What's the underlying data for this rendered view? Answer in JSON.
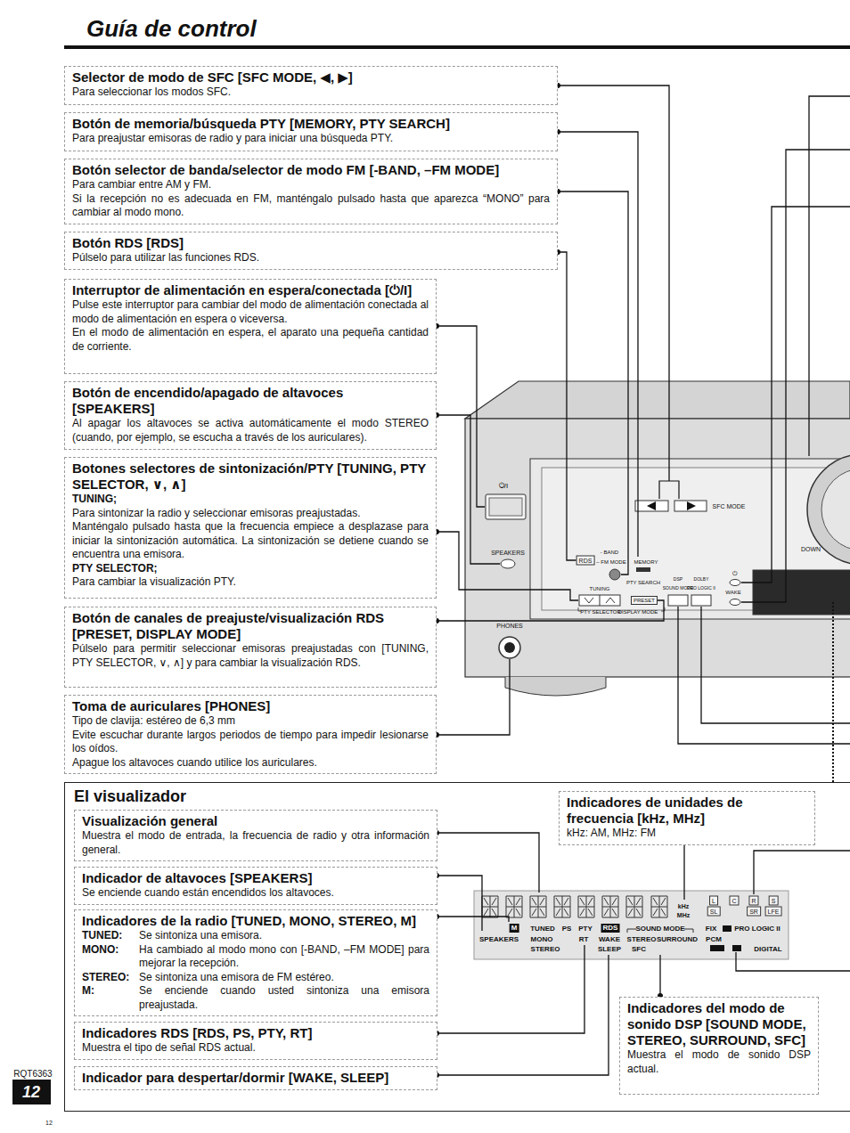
{
  "diagram": {
    "title": "Guía de control",
    "nodes": [
      {
        "text": [
          "Selector de modo de SFC [SFC MODE, ◀, ▶]",
          "Para seleccionar los modos SFC."
        ]
      },
      {
        "text": [
          "Botón de memoria/búsqueda PTY [MEMORY, PTY SEARCH]",
          "Para preajustar emisoras de radio y para iniciar una búsqueda PTY."
        ]
      },
      {
        "text": [
          "Botón selector de banda/selector de modo FM [-BAND, –FM MODE]",
          "Para cambiar entre AM y FM.",
          "Si la recepción no es adecuada en FM, manténgalo pulsado hasta que aparezca “MONO” para cambiar al modo mono."
        ]
      },
      {
        "text": [
          "Botón RDS [RDS]",
          "Púlselo para utilizar las funciones RDS."
        ]
      },
      {
        "text": [
          "Interruptor de alimentación en espera/conectada [⏻/I]",
          "Pulse este interruptor para cambiar del modo de alimentación conectada al modo de alimentación en espera o viceversa.",
          "En el modo de alimentación en espera, el aparato una pequeña cantidad de corriente."
        ]
      },
      {
        "text": [
          "Botón de encendido/apagado de altavoces [SPEAKERS]",
          "Al apagar los altavoces se activa automáticamente el modo STEREO (cuando, por ejemplo, se escucha a través de los auriculares)."
        ]
      },
      {
        "text": [
          "Botones selectores de sintonización/PTY [TUNING, PTY SELECTOR, ∨, ∧]",
          "TUNING;",
          "Para sintonizar la radio y seleccionar emisoras preajustadas.",
          "Manténgalo pulsado hasta que la frecuencia empiece a desplazase para iniciar la sintonización automática. La sintonización se detiene cuando se encuentra una emisora.",
          "PTY SELECTOR;",
          "Para cambiar la visualización PTY."
        ]
      },
      {
        "text": [
          "Botón de canales de preajuste/visualización RDS [PRESET, DISPLAY MODE]",
          "Púlselo para permitir seleccionar emisoras preajustadas con [TUNING, PTY SELECTOR, ∨, ∧] y para cambiar la visualización RDS."
        ]
      },
      {
        "text": [
          "Toma de auriculares [PHONES]",
          "Tipo de clavija: estéreo de 6,3 mm",
          "Evite escuchar durante largos periodos de tiempo para impedir lesionarse los oídos.",
          "Apague los altavoces cuando utilice los auriculares."
        ]
      },
      {
        "text": [
          "El visualizador"
        ]
      },
      {
        "text": [
          "Visualización general",
          "Muestra el modo de entrada, la frecuencia de radio y otra información general."
        ],
        "in": 9
      },
      {
        "text": [
          "Indicador de altavoces [SPEAKERS]",
          "Se enciende cuando están encendidos los altavoces."
        ],
        "in": 9
      },
      {
        "text": [
          "Indicadores de la radio [TUNED, MONO, STEREO, M]",
          "TUNED:",
          "Se sintoniza una emisora.",
          "MONO:",
          "Ha cambiado al modo mono con [-BAND, –FM MODE] para mejorar la recepción.",
          "STEREO:",
          "Se sintoniza una emisora de FM estéreo.",
          "M:",
          "Se enciende cuando usted sintoniza una emisora preajustada."
        ],
        "in": 9
      },
      {
        "text": [
          "Indicadores RDS [RDS, PS, PTY, RT]",
          "Muestra el tipo de señal RDS actual."
        ],
        "in": 9
      },
      {
        "text": [
          "Indicador para despertar/dormir [WAKE, SLEEP]"
        ],
        "in": 9
      },
      {
        "text": [
          "Indicadores de unidades de frecuencia [kHz, MHz]",
          "kHz: AM, MHz: FM"
        ],
        "in": 9
      },
      {
        "text": [
          "Indicadores del modo de sonido DSP [SOUND MODE, STEREO, SURROUND, SFC]",
          "Muestra el modo de sonido DSP actual."
        ],
        "in": 9
      }
    ],
    "labels": [
      "RQT6363",
      "12",
      "12",
      "⏻/I",
      "SPEAKERS",
      "PHONES",
      "RDS",
      "- BAND",
      "– FM MODE",
      "MEMORY",
      "PTY SEARCH",
      "TUNING",
      "PRESET",
      "PTY SELECTOR",
      "DISPLAY MODE",
      "DSP",
      "SOUND MODE",
      "DOLBY",
      "PRO LOGIC II",
      "SFC MODE",
      "DOWN",
      "⏻",
      "WAKE",
      "M",
      "SPEAKERS",
      "TUNED",
      "PS",
      "MONO",
      "STEREO",
      "PTY",
      "RT",
      "RDS",
      "WAKE",
      "SLEEP",
      "SOUND MODE",
      "STEREO",
      "SURROUND",
      "SFC",
      "kHz",
      "MHz",
      "L",
      "C",
      "R",
      "S",
      "SL",
      "SR",
      "LFE",
      "FIX",
      "PRO LOGIC II",
      "PCM",
      "DIGITAL"
    ]
  }
}
